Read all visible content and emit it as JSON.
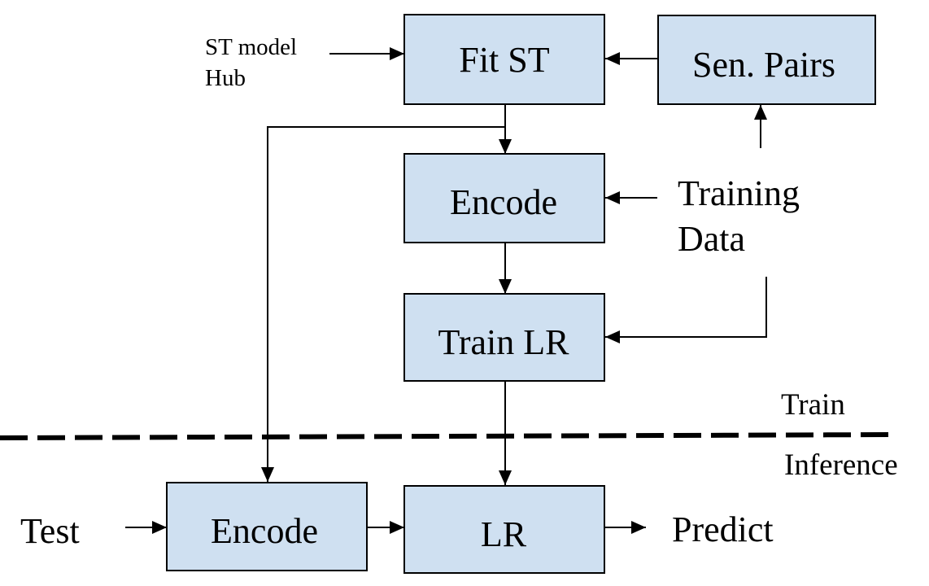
{
  "colors": {
    "box_fill": "#cfe0f1",
    "box_stroke": "#000000",
    "line": "#000000"
  },
  "nodes": {
    "fit_st": "Fit ST",
    "sen_pairs": "Sen. Pairs",
    "encode_train": "Encode",
    "train_lr": "Train LR",
    "encode_test": "Encode",
    "lr": "LR"
  },
  "inputs": {
    "st_model_hub_line1": "ST model",
    "st_model_hub_line2": "Hub",
    "training_data_line1": "Training",
    "training_data_line2": "Data",
    "test": "Test"
  },
  "outputs": {
    "predict": "Predict"
  },
  "phases": {
    "train": "Train",
    "inference": "Inference"
  }
}
